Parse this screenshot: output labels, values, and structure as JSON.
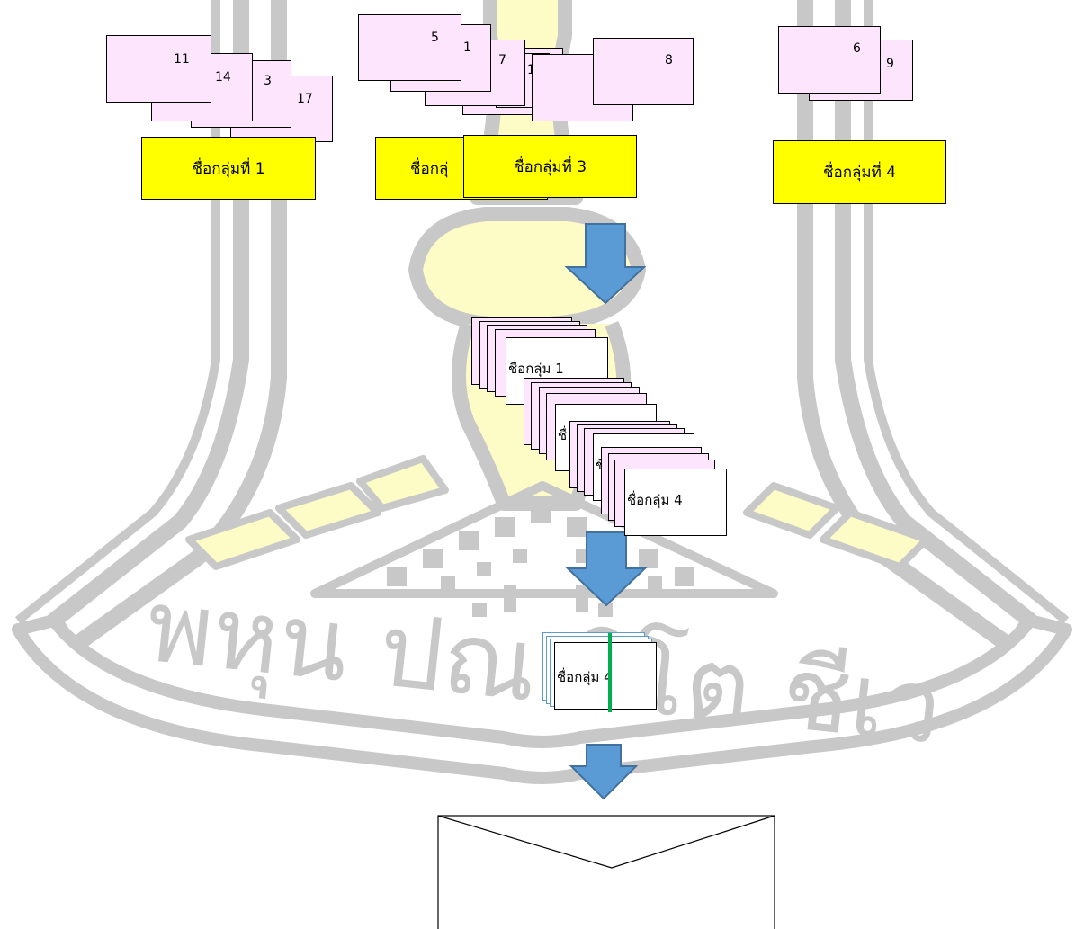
{
  "watermark": {
    "text": "พหุน ปณ ศิโต ชีเว",
    "gray": "#c8c8c8",
    "yellow": "#fdfbc6"
  },
  "groups": [
    {
      "label": "ชื่อกลุ่มที่ 1",
      "numbers": [
        "11",
        "14",
        "3",
        "17"
      ]
    },
    {
      "label": "ชื่อกลุ่",
      "numbers": [
        "5",
        "1",
        "7",
        "1"
      ]
    },
    {
      "label": "ชื่อกลุ่มที่ 3",
      "numbers": [
        "8"
      ]
    },
    {
      "label": "ชื่อกลุ่มที่ 4",
      "numbers": [
        "6",
        "9"
      ]
    }
  ],
  "stack": {
    "labels": [
      "ชื่อกลุ่ม 1",
      "ชื่",
      "ชื่",
      "ชื่อกลุ่ม 4"
    ]
  },
  "bundle": {
    "label": "ชื่อกลุ่ม 4"
  },
  "colors": {
    "card_fill": "#fde6fd",
    "label_fill": "#ffff00",
    "arrow_fill": "#5b9bd5",
    "arrow_stroke": "#41719c",
    "ribbon": "#00b050"
  }
}
